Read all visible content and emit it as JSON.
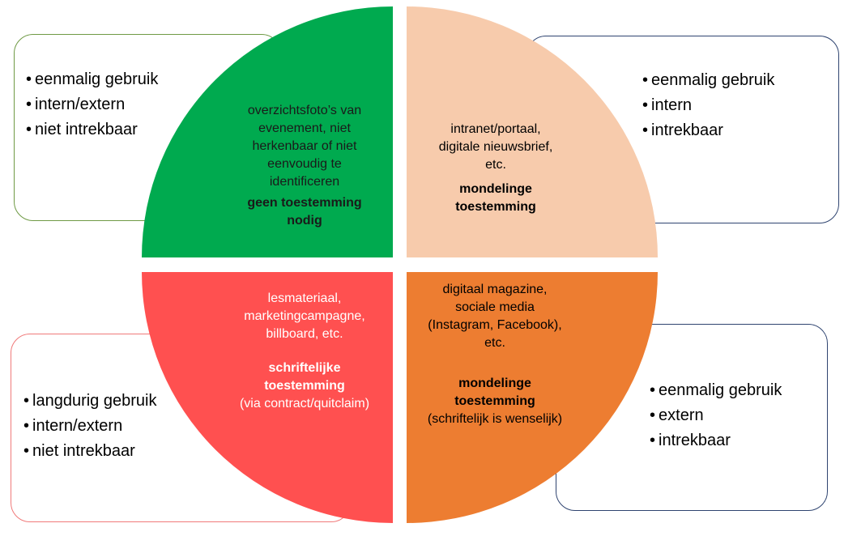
{
  "colors": {
    "green": "#00aa4f",
    "peach": "#f7cbac",
    "red": "#ff5050",
    "orange": "#ed7d31"
  },
  "quadrants": {
    "top_left": {
      "description": [
        "overzichtsfoto’s van",
        "evenement, niet",
        "herkenbaar of niet",
        "eenvoudig te",
        "identificeren"
      ],
      "consent": [
        "geen toestemming",
        "nodig"
      ],
      "properties": [
        "eenmalig gebruik",
        "intern/extern",
        "niet intrekbaar"
      ]
    },
    "top_right": {
      "description": [
        "intranet/portaal,",
        "digitale nieuwsbrief,",
        "etc."
      ],
      "consent": [
        "mondelinge",
        "toestemming"
      ],
      "properties": [
        "eenmalig gebruik",
        "intern",
        "intrekbaar"
      ]
    },
    "bottom_left": {
      "description": [
        "lesmateriaal,",
        "marketingcampagne,",
        "billboard, etc."
      ],
      "consent": [
        "schriftelijke",
        "toestemming"
      ],
      "consent_note": "(via contract/quitclaim)",
      "properties": [
        "langdurig gebruik",
        "intern/extern",
        "niet intrekbaar"
      ]
    },
    "bottom_right": {
      "description": [
        "digitaal magazine,",
        "sociale media",
        "(Instagram, Facebook),",
        "etc."
      ],
      "consent": [
        "mondelinge",
        "toestemming"
      ],
      "consent_note": "(schriftelijk is wenselijk)",
      "properties": [
        "eenmalig gebruik",
        "extern",
        "intrekbaar"
      ]
    }
  }
}
